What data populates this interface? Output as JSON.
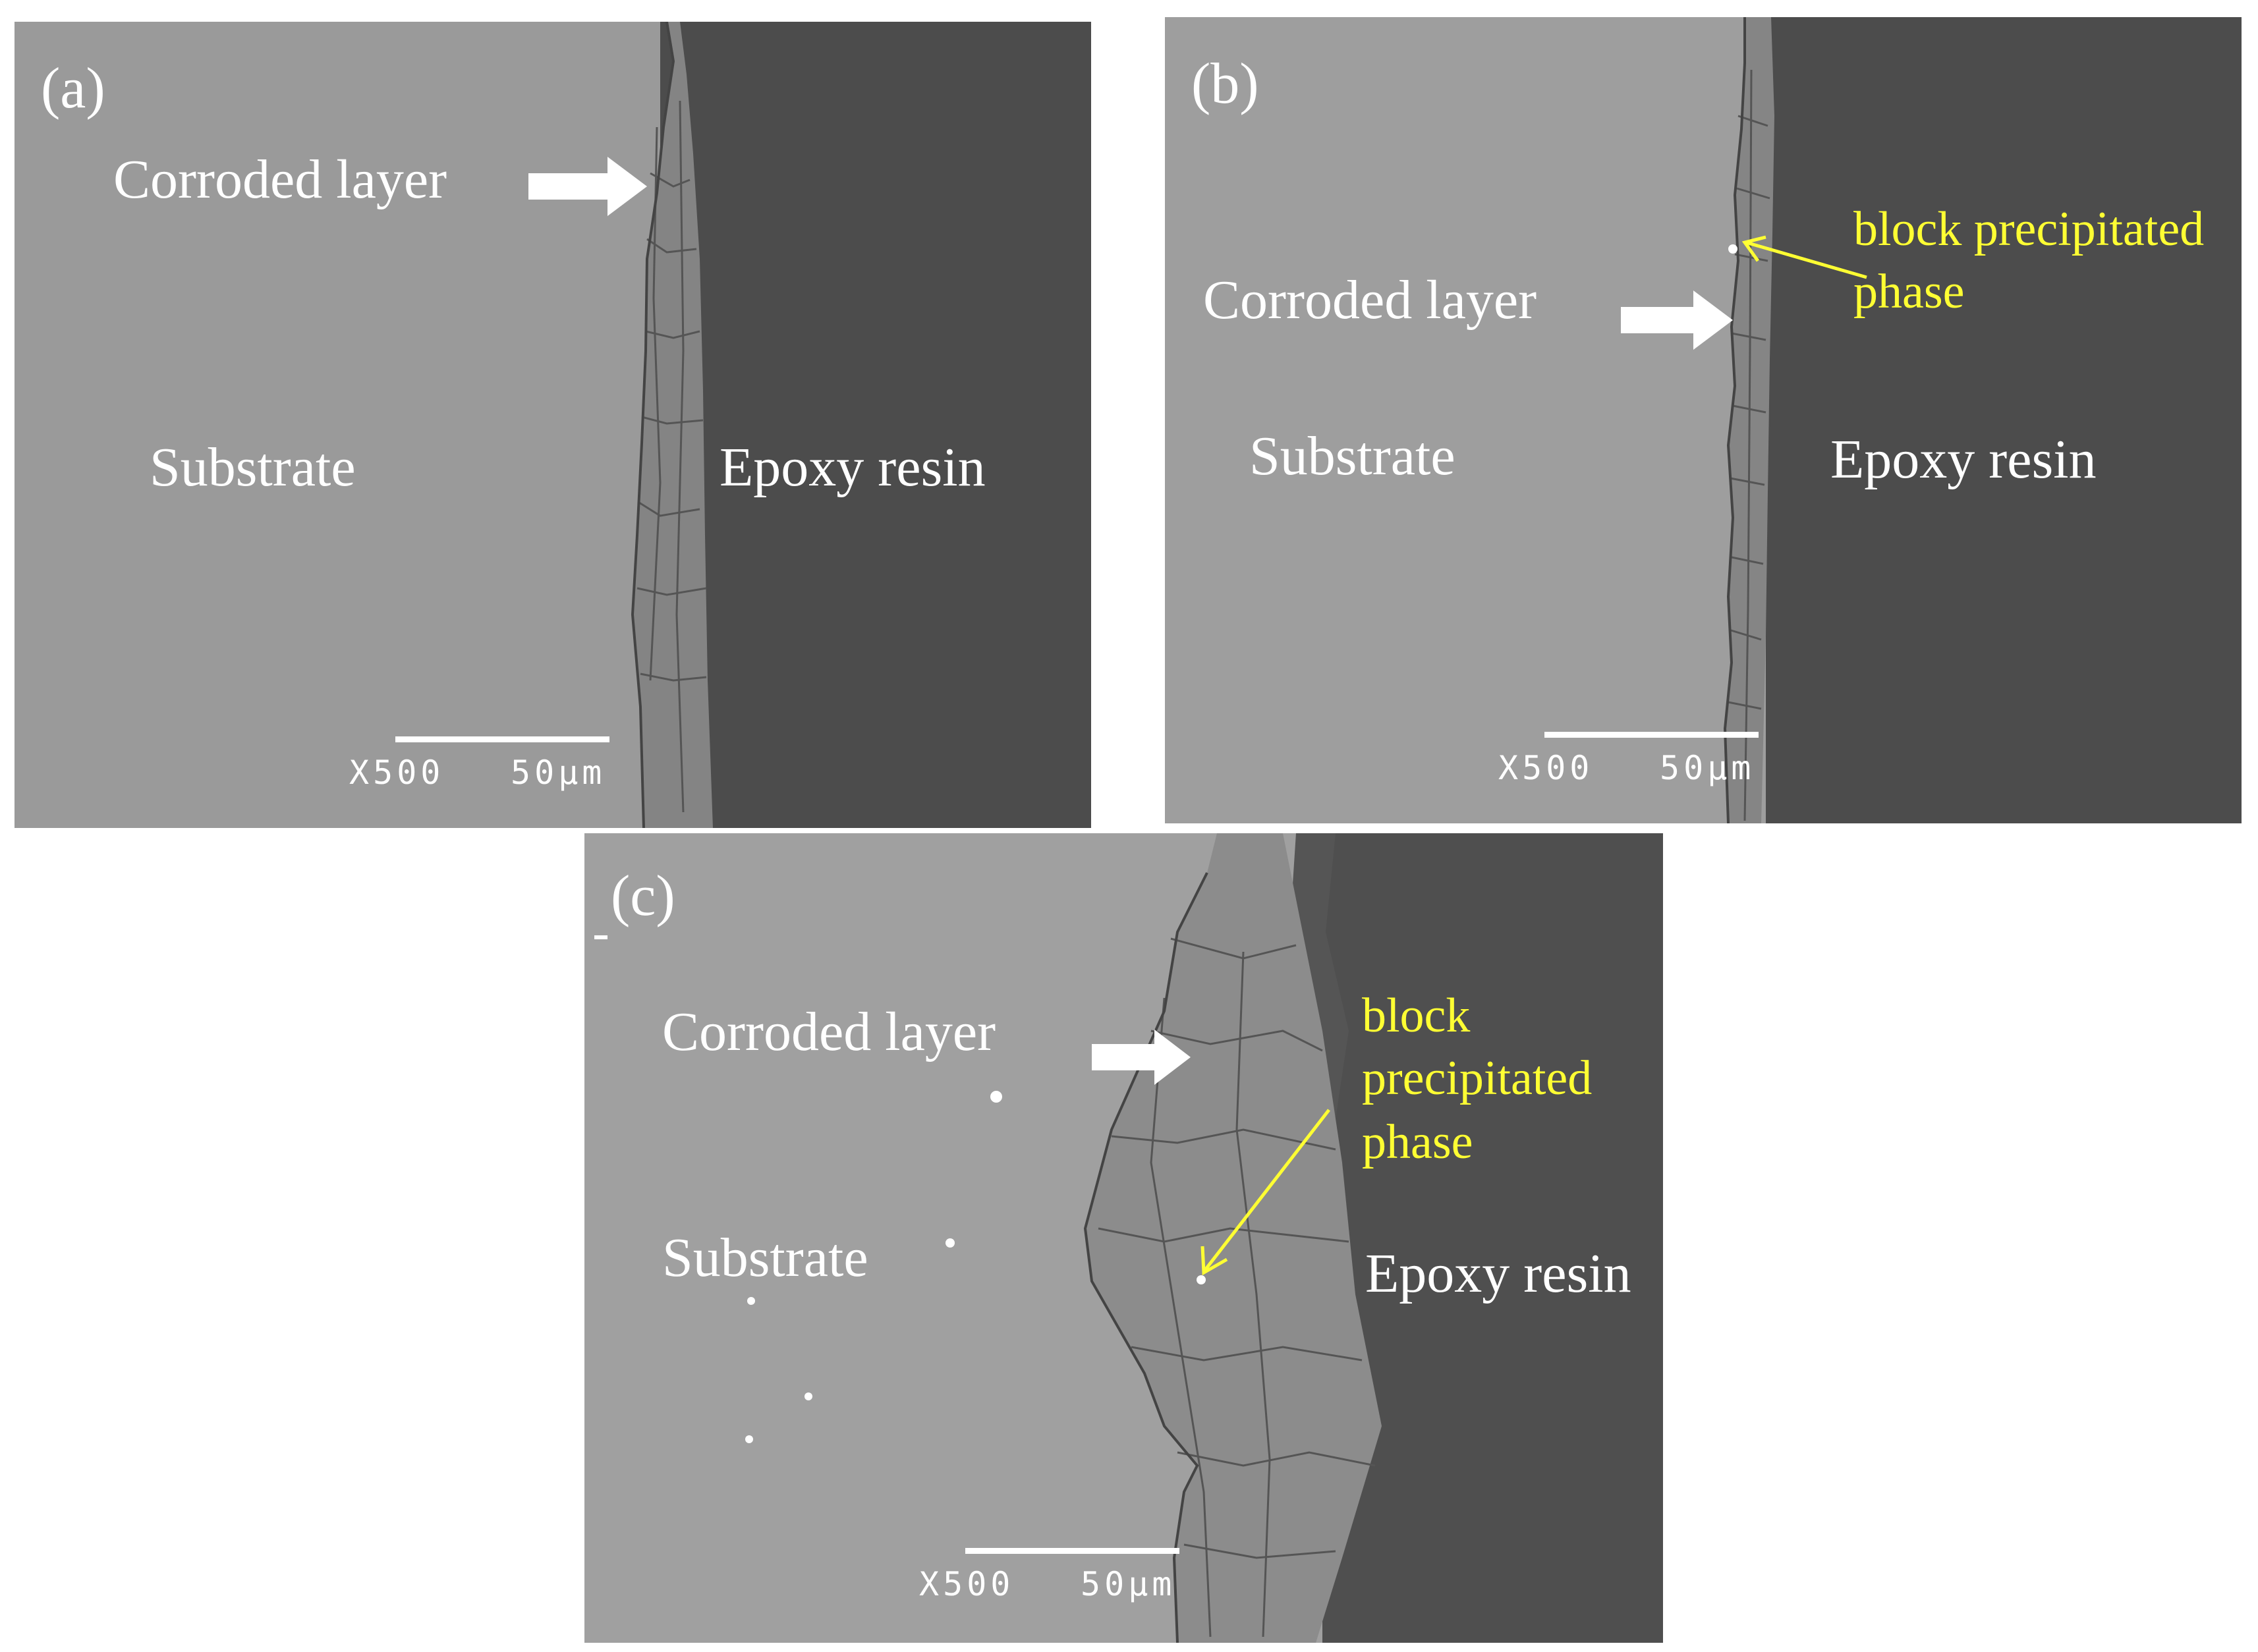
{
  "panels": {
    "a": {
      "tag": "(a)",
      "corroded": "Corroded layer",
      "substrate": "Substrate",
      "epoxy": "Epoxy resin",
      "mag": "X500",
      "scale": "50µm"
    },
    "b": {
      "tag": "(b)",
      "corroded": "Corroded layer",
      "substrate": "Substrate",
      "epoxy": "Epoxy resin",
      "precip_line1": "block precipitated",
      "precip_line2": "phase",
      "mag": "X500",
      "scale": "50µm"
    },
    "c": {
      "tag": "(c)",
      "corroded": "Corroded layer",
      "substrate": "Substrate",
      "epoxy": "Epoxy resin",
      "precip_line1": "block",
      "precip_line2": "precipitated",
      "precip_line3": "phase",
      "mag": "X500",
      "scale": "50µm"
    }
  },
  "colors": {
    "substrate": "#9a9a9a",
    "corroded_layer": "#8a8a8a",
    "epoxy": "#4c4c4c",
    "annotation_yellow": "#ffff33",
    "label_white": "#ffffff"
  }
}
